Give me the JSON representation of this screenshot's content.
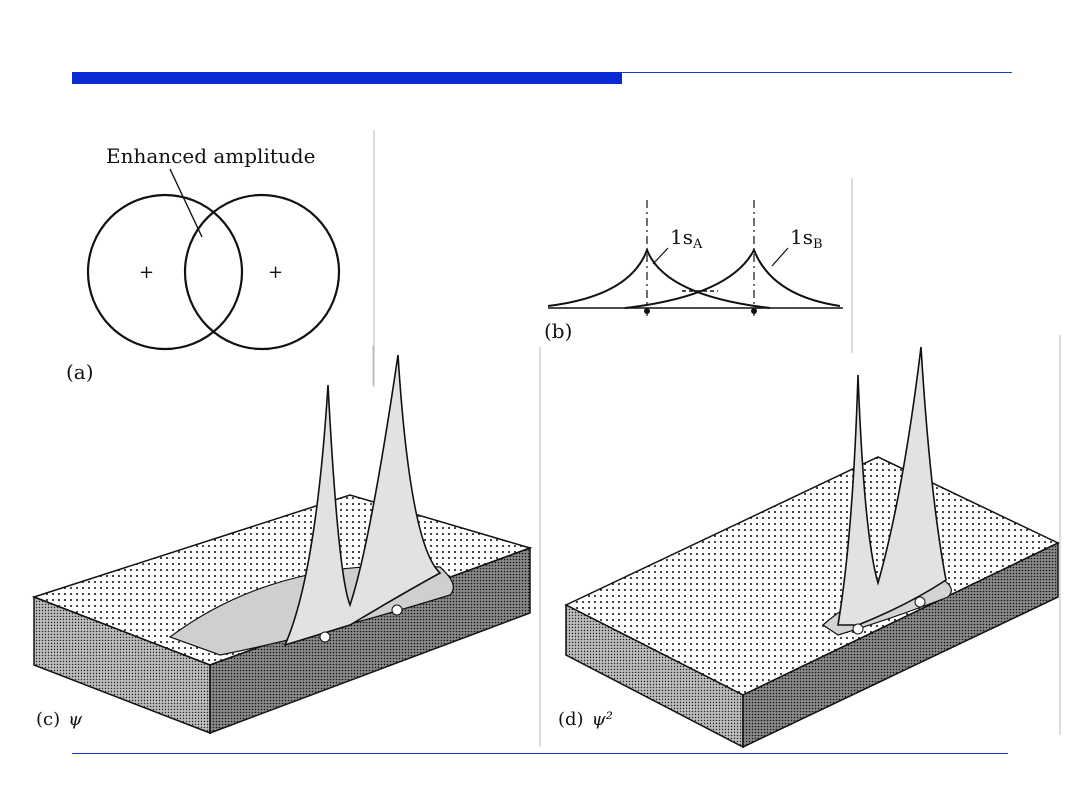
{
  "colors": {
    "rule_accent": "#0a2ad6",
    "rule_thin": "#1a3ad8",
    "ink": "#111111"
  },
  "panel_a": {
    "annotation": "Enhanced amplitude",
    "nucleus_marks": [
      "+",
      "+"
    ],
    "label": "(a)"
  },
  "panel_b": {
    "orbital_a": "1s",
    "orbital_a_sub": "A",
    "orbital_b": "1s",
    "orbital_b_sub": "B",
    "label": "(b)"
  },
  "panel_c": {
    "label": "(c)",
    "symbol": "ψ"
  },
  "panel_d": {
    "label": "(d)",
    "symbol": "ψ²"
  }
}
